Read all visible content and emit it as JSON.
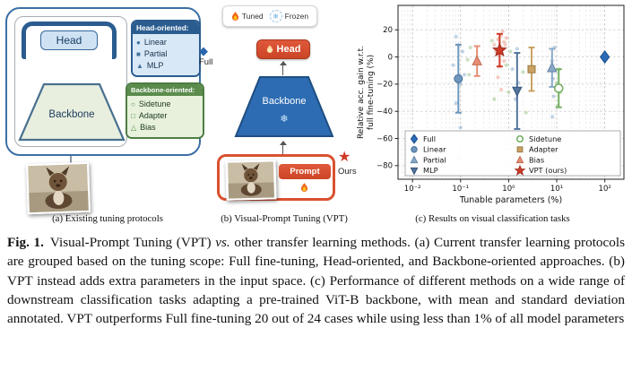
{
  "figure": {
    "panel_a": {
      "head_label": "Head",
      "backbone_label": "Backbone",
      "full_label": "Full",
      "full_glyph": "◆",
      "head_legend": {
        "title": "Head-oriented:",
        "items": [
          {
            "glyph": "●",
            "label": "Linear"
          },
          {
            "glyph": "■",
            "label": "Partial"
          },
          {
            "glyph": "▲",
            "label": "MLP"
          }
        ]
      },
      "backbone_legend": {
        "title": "Backbone-oriented:",
        "items": [
          {
            "glyph": "○",
            "label": "Sidetune"
          },
          {
            "glyph": "□",
            "label": "Adapter"
          },
          {
            "glyph": "△",
            "label": "Bias"
          }
        ]
      }
    },
    "panel_b": {
      "legend": {
        "tuned": "Tuned",
        "frozen": "Frozen",
        "frozen_glyph": "❄"
      },
      "head_label": "Head",
      "backbone_label": "Backbone",
      "backbone_glyph": "❄",
      "prompt_label": "Prompt",
      "ours_label": "Ours",
      "ours_glyph": "★"
    },
    "captions": {
      "a": "(a) Existing tuning protocols",
      "b": "(b) Visual-Prompt Tuning (VPT)",
      "c": "(c) Results on visual classification tasks"
    },
    "colors": {
      "blue_accent": "#2a6cb5",
      "green_accent": "#5b8c4d",
      "red_accent": "#d9512f",
      "star_red": "#d13b28"
    }
  },
  "chart_data": {
    "type": "scatter",
    "xlabel": "Tunable parameters (%)",
    "ylabel": "Relative acc. gain w.r.t. full fine-tuning (%)",
    "ylabel_lines": [
      "Relative acc. gain w.r.t.",
      "full fine-tuning (%)"
    ],
    "xscale": "log",
    "xlim": [
      0.005,
      250
    ],
    "ylim": [
      -90,
      38
    ],
    "yticks": [
      20,
      0,
      -20,
      -40,
      -60,
      -80
    ],
    "xticks": [
      {
        "v": 0.01,
        "label": "10⁻²"
      },
      {
        "v": 0.1,
        "label": "10⁻¹"
      },
      {
        "v": 1,
        "label": "10⁰"
      },
      {
        "v": 10,
        "label": "10¹"
      },
      {
        "v": 100,
        "label": "10²"
      }
    ],
    "grid": "dashed",
    "legend_position": "lower-center-inside",
    "series": [
      {
        "name": "Full",
        "marker": "diamond",
        "color": "#2a6cb5",
        "edge": "#1d4f8c",
        "x": 100,
        "y": 0,
        "err": 0,
        "size": 5,
        "open": false
      },
      {
        "name": "Linear",
        "marker": "circle",
        "color": "#6f97bd",
        "edge": "#4a7097",
        "x": 0.09,
        "y": -16,
        "err": 25,
        "size": 4.5,
        "open": false
      },
      {
        "name": "Partial",
        "marker": "triangle-up",
        "color": "#8aa9c6",
        "edge": "#5f82a6",
        "x": 8,
        "y": -8,
        "err": 14,
        "size": 5,
        "open": false
      },
      {
        "name": "MLP",
        "marker": "triangle-down",
        "color": "#51749c",
        "edge": "#3a567a",
        "x": 1.5,
        "y": -25,
        "err": 28,
        "size": 5,
        "open": false
      },
      {
        "name": "Sidetune",
        "marker": "circle",
        "color": "#74b062",
        "edge": "#4f8a3e",
        "x": 11,
        "y": -23,
        "err": 14,
        "size": 4.5,
        "open": true
      },
      {
        "name": "Adapter",
        "marker": "square",
        "color": "#c9a264",
        "edge": "#9a7a42",
        "x": 3,
        "y": -9,
        "err": 16,
        "size": 4,
        "open": false
      },
      {
        "name": "Bias",
        "marker": "triangle-up",
        "color": "#e78e73",
        "edge": "#c06a50",
        "x": 0.22,
        "y": -3,
        "err": 11,
        "size": 5,
        "open": false
      },
      {
        "name": "VPT (ours)",
        "marker": "star",
        "color": "#d13b28",
        "edge": "#9e2a1a",
        "x": 0.65,
        "y": 5,
        "err": 12,
        "size": 7.5,
        "open": false
      }
    ],
    "legend": {
      "col1": [
        "Full",
        "Linear",
        "Partial",
        "MLP"
      ],
      "col2": [
        "Sidetune",
        "Adapter",
        "Bias",
        "VPT (ours)"
      ]
    },
    "point_colors": {
      "blue": "#8fb1d2",
      "green": "#a3c98f",
      "red": "#efa493"
    },
    "background_points": [
      {
        "x": 0.07,
        "y": -6,
        "c": "blue"
      },
      {
        "x": 0.08,
        "y": -34,
        "c": "blue"
      },
      {
        "x": 0.09,
        "y": 9,
        "c": "blue"
      },
      {
        "x": 0.1,
        "y": -20,
        "c": "blue"
      },
      {
        "x": 0.11,
        "y": 4,
        "c": "blue"
      },
      {
        "x": 0.12,
        "y": -13,
        "c": "blue"
      },
      {
        "x": 0.1,
        "y": -52,
        "c": "blue"
      },
      {
        "x": 0.09,
        "y": -74,
        "c": "blue"
      },
      {
        "x": 0.08,
        "y": 15,
        "c": "blue"
      },
      {
        "x": 1.2,
        "y": -9,
        "c": "blue"
      },
      {
        "x": 1.4,
        "y": -31,
        "c": "blue"
      },
      {
        "x": 1.5,
        "y": 6,
        "c": "blue"
      },
      {
        "x": 1.6,
        "y": -19,
        "c": "blue"
      },
      {
        "x": 1.5,
        "y": -58,
        "c": "blue"
      },
      {
        "x": 8,
        "y": -3,
        "c": "blue"
      },
      {
        "x": 8.3,
        "y": -16,
        "c": "blue"
      },
      {
        "x": 8.6,
        "y": -29,
        "c": "blue"
      },
      {
        "x": 9,
        "y": 7,
        "c": "blue"
      },
      {
        "x": 8.1,
        "y": -44,
        "c": "blue"
      },
      {
        "x": 0.14,
        "y": -2,
        "c": "green"
      },
      {
        "x": 0.15,
        "y": -13,
        "c": "green"
      },
      {
        "x": 0.16,
        "y": 7,
        "c": "green"
      },
      {
        "x": 0.45,
        "y": 12,
        "c": "green"
      },
      {
        "x": 0.5,
        "y": -31,
        "c": "green"
      },
      {
        "x": 0.9,
        "y": -6,
        "c": "green"
      },
      {
        "x": 1,
        "y": -26,
        "c": "green"
      },
      {
        "x": 1.05,
        "y": -68,
        "c": "green"
      },
      {
        "x": 1.1,
        "y": 4,
        "c": "green"
      },
      {
        "x": 2,
        "y": -11,
        "c": "green"
      },
      {
        "x": 2.3,
        "y": -41,
        "c": "green"
      },
      {
        "x": 3,
        "y": -72,
        "c": "green"
      },
      {
        "x": 10,
        "y": -19,
        "c": "green"
      },
      {
        "x": 10.5,
        "y": -36,
        "c": "green"
      },
      {
        "x": 11,
        "y": -9,
        "c": "green"
      },
      {
        "x": 10.2,
        "y": -56,
        "c": "green"
      },
      {
        "x": 12,
        "y": -26,
        "c": "green"
      },
      {
        "x": 0.5,
        "y": 9,
        "c": "red"
      },
      {
        "x": 0.55,
        "y": 4,
        "c": "red"
      },
      {
        "x": 0.6,
        "y": 13,
        "c": "red"
      },
      {
        "x": 0.6,
        "y": 2,
        "c": "red"
      },
      {
        "x": 0.6,
        "y": -15,
        "c": "red"
      },
      {
        "x": 0.65,
        "y": -7,
        "c": "red"
      },
      {
        "x": 0.7,
        "y": 16,
        "c": "red"
      },
      {
        "x": 0.7,
        "y": 7,
        "c": "red"
      },
      {
        "x": 0.7,
        "y": -24,
        "c": "red"
      },
      {
        "x": 0.75,
        "y": 19,
        "c": "red"
      },
      {
        "x": 0.8,
        "y": 11,
        "c": "red"
      },
      {
        "x": 0.8,
        "y": -3,
        "c": "red"
      },
      {
        "x": 0.85,
        "y": 9,
        "c": "red"
      },
      {
        "x": 0.9,
        "y": 14,
        "c": "red"
      }
    ]
  },
  "caption": {
    "label": "Fig. 1.",
    "before_vs": "Visual-Prompt Tuning (VPT) ",
    "vs": "vs.",
    "after_vs": " other transfer learning methods. (a) Current transfer learning protocols are grouped based on the tuning scope: Full fine-tuning, Head-oriented, and Backbone-oriented approaches. (b) VPT instead adds extra parameters in the input space. (c) Performance of different methods on a wide range of downstream classification tasks adapting a pre-trained ViT-B backbone, with mean and standard deviation annotated. VPT outperforms Full fine-tuning 20 out of 24 cases while using less than 1% of all model parameters"
  }
}
